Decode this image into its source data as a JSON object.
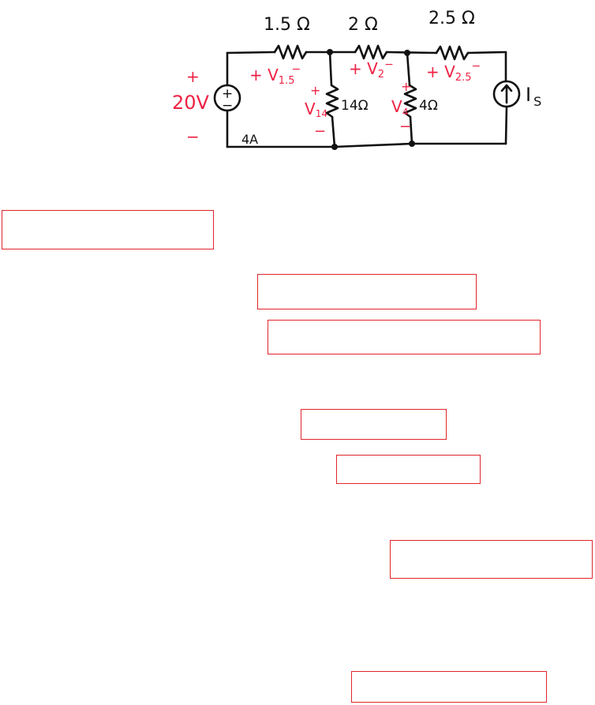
{
  "circuit": {
    "resistor_labels": {
      "r_1_5": "1.5 Ω",
      "r_2": "2 Ω",
      "r_2_5": "2.5 Ω",
      "r_14": "14Ω",
      "r_4": "4Ω"
    },
    "source_labels": {
      "voltage": "20V",
      "voltage_plus": "+",
      "voltage_minus": "−",
      "source_current": "4A",
      "current_source": "I",
      "current_source_sub": "S"
    },
    "voltage_labels": {
      "v1_5": "+ V",
      "v1_5_sub": "1.5",
      "v1_5_minus": "−",
      "v2": "+ V",
      "v2_sub": "2",
      "v2_minus": "−",
      "v2_5": "+ V",
      "v2_5_sub": "2.5",
      "v2_5_minus": "−",
      "v14_plus": "+",
      "v14": "V",
      "v14_sub": "14",
      "v14_minus": "−",
      "v4_plus": "+",
      "v4": "V",
      "v4_sub": "4",
      "v4_minus": "−"
    },
    "colors": {
      "wire": "#111111",
      "annotation": "#ee2244",
      "box_border": "#e0252b"
    }
  },
  "answer_boxes": [
    {
      "name": "answer-box-1",
      "value": ""
    },
    {
      "name": "answer-box-2",
      "value": ""
    },
    {
      "name": "answer-box-3",
      "value": ""
    },
    {
      "name": "answer-box-4",
      "value": ""
    },
    {
      "name": "answer-box-5",
      "value": ""
    },
    {
      "name": "answer-box-6",
      "value": ""
    },
    {
      "name": "answer-box-7",
      "value": ""
    }
  ]
}
